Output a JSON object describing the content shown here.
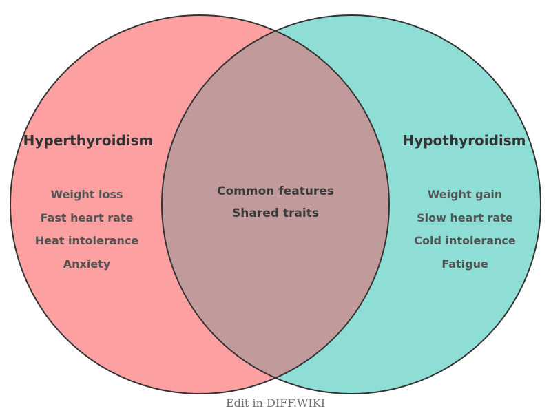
{
  "diagram": {
    "type": "venn2",
    "left": {
      "title": "Hyperthyroidism",
      "items": [
        "Weight loss",
        "Fast heart rate",
        "Heat intolerance",
        "Anxiety"
      ],
      "color": "#FCA0A1"
    },
    "right": {
      "title": "Hypothyroidism",
      "items": [
        "Weight gain",
        "Slow heart rate",
        "Cold intolerance",
        "Fatigue"
      ],
      "color": "#8FDED5"
    },
    "overlap": {
      "lines": [
        "Common features",
        "Shared traits"
      ],
      "color": "#C19B9C"
    },
    "stroke_color": "#333333",
    "caption": "Edit in DIFF.WIKI"
  }
}
